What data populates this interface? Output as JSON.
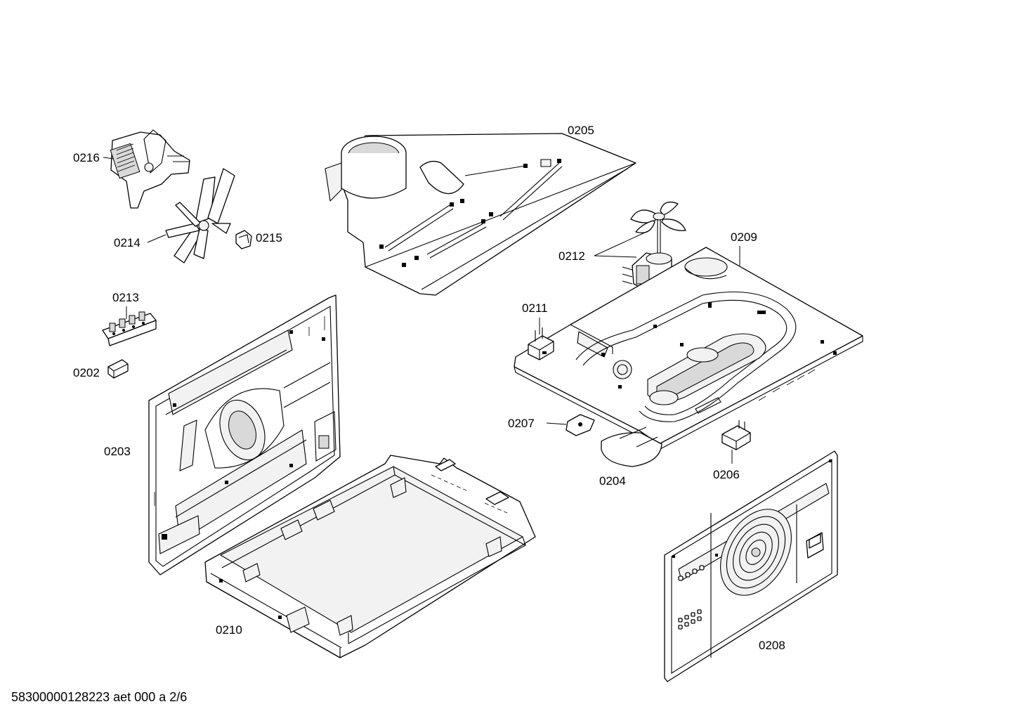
{
  "diagram": {
    "parts": [
      {
        "id": "part-0205",
        "label": "0205"
      },
      {
        "id": "part-0216",
        "label": "0216"
      },
      {
        "id": "part-0214",
        "label": "0214"
      },
      {
        "id": "part-0215",
        "label": "0215"
      },
      {
        "id": "part-0212",
        "label": "0212"
      },
      {
        "id": "part-0209",
        "label": "0209"
      },
      {
        "id": "part-0213",
        "label": "0213"
      },
      {
        "id": "part-0202",
        "label": "0202"
      },
      {
        "id": "part-0211",
        "label": "0211"
      },
      {
        "id": "part-0207",
        "label": "0207"
      },
      {
        "id": "part-0204",
        "label": "0204"
      },
      {
        "id": "part-0206",
        "label": "0206"
      },
      {
        "id": "part-0203",
        "label": "0203"
      },
      {
        "id": "part-0210",
        "label": "0210"
      },
      {
        "id": "part-0208",
        "label": "0208"
      }
    ]
  },
  "footer": {
    "document_code": "58300000128223 aet 000 a 2/6"
  }
}
